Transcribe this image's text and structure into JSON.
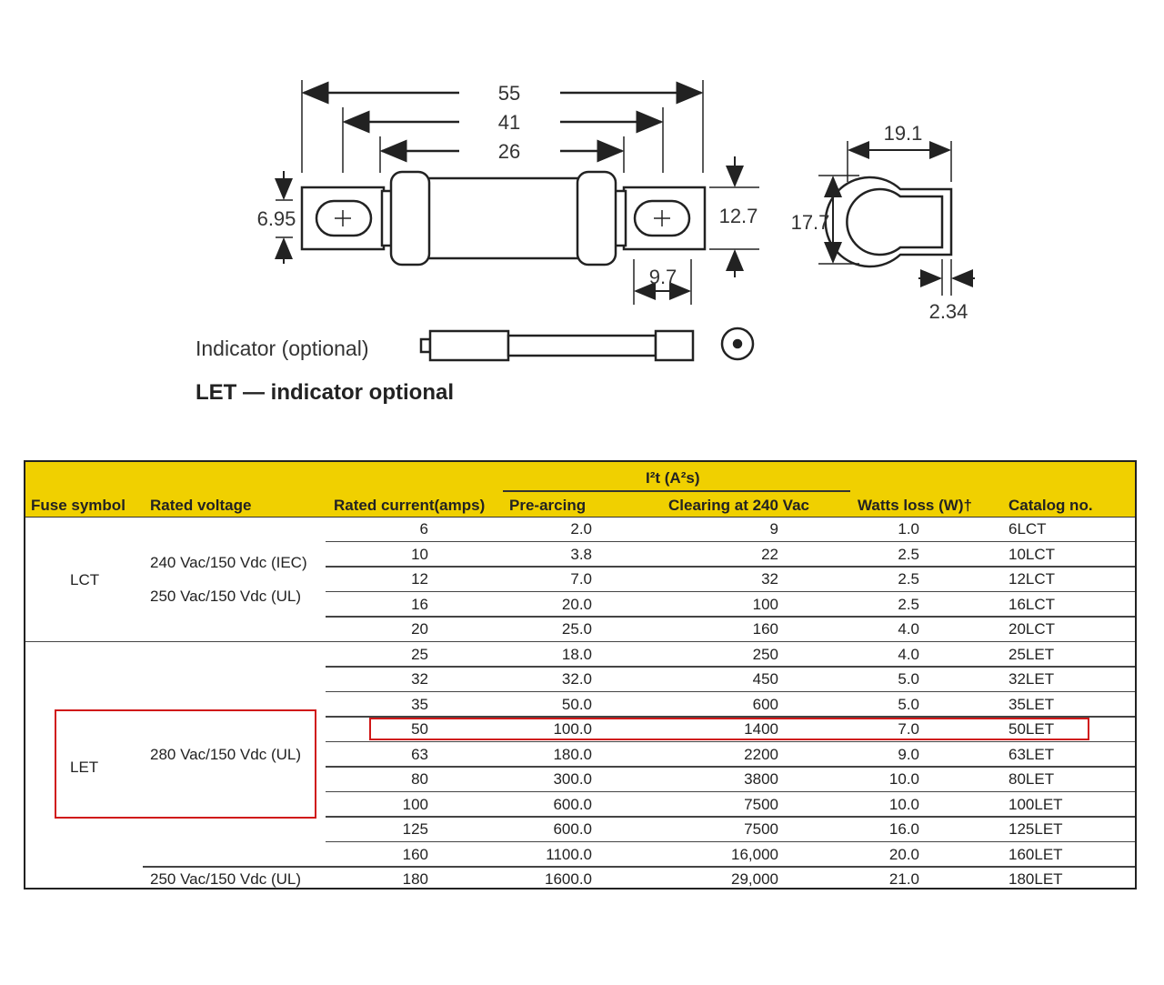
{
  "diagram": {
    "dim_overall": "55",
    "dim_terminal_centers": "41",
    "dim_body": "26",
    "dim_slot_height": "6.95",
    "dim_tag_height": "12.7",
    "dim_tag_width": "9.7",
    "dim_side_width": "19.1",
    "dim_side_height": "17.7",
    "dim_thickness": "2.34",
    "indicator_label": "Indicator (optional)",
    "let_note": "LET — indicator optional"
  },
  "table": {
    "headers": {
      "fuse_symbol": "Fuse symbol",
      "rated_voltage": "Rated voltage",
      "rated_current": "Rated current(amps)",
      "i2t_group": "I²t (A²s)",
      "pre_arcing": "Pre-arcing",
      "clearing": "Clearing at 240 Vac",
      "watts_loss": "Watts loss (W)†",
      "catalog": "Catalog no."
    },
    "groups": [
      {
        "symbol": "LCT",
        "voltages": [
          "240 Vac/150 Vdc (IEC)",
          "250 Vac/150 Vdc (UL)"
        ]
      },
      {
        "symbol": "LET",
        "voltages": [
          "280 Vac/150 Vdc (UL)"
        ],
        "last_voltage": "250 Vac/150 Vdc (UL)"
      }
    ],
    "rows": [
      {
        "current": "6",
        "pre": "2.0",
        "clear": "9",
        "watts": "1.0",
        "catalog": "6LCT"
      },
      {
        "current": "10",
        "pre": "3.8",
        "clear": "22",
        "watts": "2.5",
        "catalog": "10LCT"
      },
      {
        "current": "12",
        "pre": "7.0",
        "clear": "32",
        "watts": "2.5",
        "catalog": "12LCT"
      },
      {
        "current": "16",
        "pre": "20.0",
        "clear": "100",
        "watts": "2.5",
        "catalog": "16LCT"
      },
      {
        "current": "20",
        "pre": "25.0",
        "clear": "160",
        "watts": "4.0",
        "catalog": "20LCT"
      },
      {
        "current": "25",
        "pre": "18.0",
        "clear": "250",
        "watts": "4.0",
        "catalog": "25LET"
      },
      {
        "current": "32",
        "pre": "32.0",
        "clear": "450",
        "watts": "5.0",
        "catalog": "32LET"
      },
      {
        "current": "35",
        "pre": "50.0",
        "clear": "600",
        "watts": "5.0",
        "catalog": "35LET"
      },
      {
        "current": "50",
        "pre": "100.0",
        "clear": "1400",
        "watts": "7.0",
        "catalog": "50LET",
        "highlighted": true
      },
      {
        "current": "63",
        "pre": "180.0",
        "clear": "2200",
        "watts": "9.0",
        "catalog": "63LET"
      },
      {
        "current": "80",
        "pre": "300.0",
        "clear": "3800",
        "watts": "10.0",
        "catalog": "80LET"
      },
      {
        "current": "100",
        "pre": "600.0",
        "clear": "7500",
        "watts": "10.0",
        "catalog": "100LET"
      },
      {
        "current": "125",
        "pre": "600.0",
        "clear": "7500",
        "watts": "16.0",
        "catalog": "125LET"
      },
      {
        "current": "160",
        "pre": "1100.0",
        "clear": "16,000",
        "watts": "20.0",
        "catalog": "160LET"
      },
      {
        "current": "180",
        "pre": "1600.0",
        "clear": "29,000",
        "watts": "21.0",
        "catalog": "180LET"
      }
    ]
  },
  "colors": {
    "header": "#f0d000",
    "highlight": "#d01818"
  }
}
